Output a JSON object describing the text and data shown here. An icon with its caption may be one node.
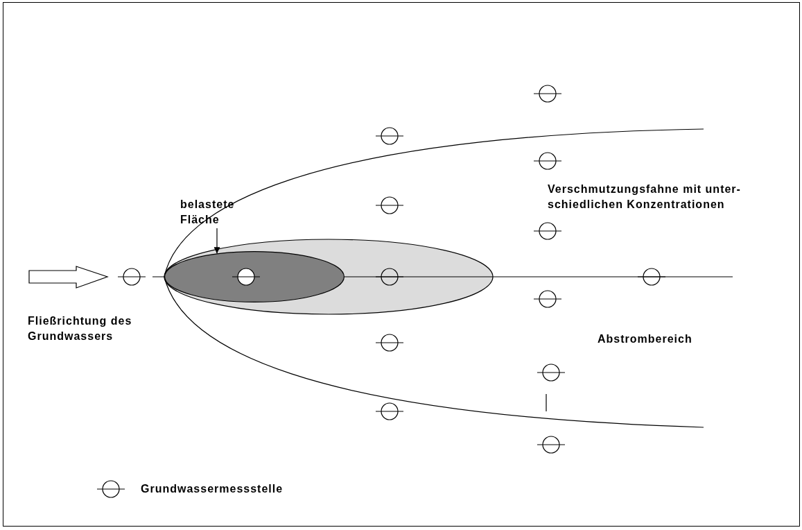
{
  "diagram": {
    "nodes": [
      {
        "text": [
          "belastete Fläche"
        ]
      },
      {
        "text": [],
        "shape": "ellipse"
      }
    ],
    "edges": [
      {
        "from": 0,
        "to": 1,
        "arrow": "to"
      }
    ],
    "labels": [
      "Verschmutzungsfahne mit unter-schiedlichen Konzentrationen",
      "Fließrichtung des Grundwassers",
      "Abstrombereich"
    ],
    "legend": [
      {
        "text": "Grundwassermessstelle"
      }
    ]
  }
}
